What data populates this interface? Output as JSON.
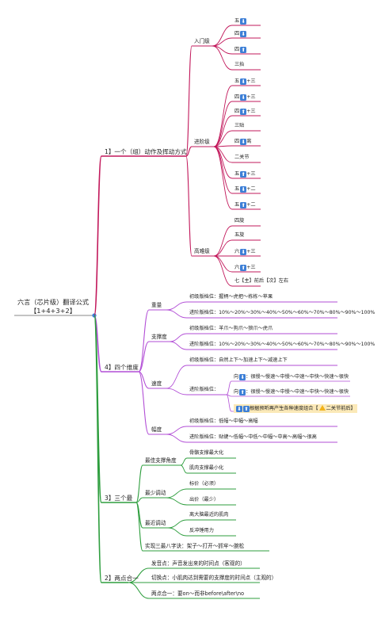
{
  "root": {
    "line1": "六言（芯片级）翻译公式",
    "line2": "【1+4+3+2】"
  },
  "colors": {
    "pink": "#c2185b",
    "purple": "#b24ed6",
    "green": "#2e9e3e",
    "root_line": "#8a8a8a",
    "arrow_icon": "#3d7fd6",
    "warning_icon": "#f2b31a"
  },
  "branches": [
    {
      "label": "1】一个（组）动作及挥动方式",
      "color": "pink",
      "children": [
        {
          "label": "入门级",
          "children": [
            {
              "label": "五",
              "icon": "down-arrow"
            },
            {
              "label": "四",
              "icon": "down-arrow"
            },
            {
              "label": "四",
              "icon": "up-arrow"
            },
            {
              "label": "三抬"
            }
          ]
        },
        {
          "label": "进阶级",
          "children": [
            {
              "label": "五",
              "icon": "down-arrow",
              "suffix": "+三"
            },
            {
              "label": "四",
              "icon": "down-arrow",
              "suffix": "+三"
            },
            {
              "label": "四",
              "icon": "up-arrow",
              "suffix": "+三"
            },
            {
              "label": "三贴"
            },
            {
              "label": "四",
              "icon": "down-arrow",
              "suffix": "离"
            },
            {
              "label": "二关节"
            },
            {
              "label": "五",
              "icon": "up-arrow",
              "suffix": "+三"
            },
            {
              "label": "五",
              "icon": "down-arrow",
              "suffix": "+二"
            },
            {
              "label": "五",
              "icon": "up-arrow",
              "suffix": "+二"
            }
          ]
        },
        {
          "label": "高难级",
          "children": [
            {
              "label": "四旋"
            },
            {
              "label": "五旋"
            },
            {
              "label": "六",
              "icon": "down-arrow",
              "suffix": "+三"
            },
            {
              "label": "六",
              "icon": "up-arrow",
              "suffix": "+三"
            },
            {
              "label": "七【主】前后【次】左右"
            }
          ]
        }
      ]
    },
    {
      "label": "4】四个维度",
      "color": "purple",
      "children": [
        {
          "label": "重量",
          "children": [
            {
              "label": "初级版档位：握柄～虎把～栋栋～苹果"
            },
            {
              "label": "进阶版档位：10%～20%～30%～40%～50%～60%～70%～80%～90%～100%"
            }
          ]
        },
        {
          "label": "支撑度",
          "children": [
            {
              "label": "初级版档位：羊爪～狗爪～狼爪～虎爪"
            },
            {
              "label": "进阶版档位：10%～20%～30%～40%～50%～60%～70%～80%～90%～100%"
            }
          ]
        },
        {
          "label": "速度",
          "children": [
            {
              "label": "初级版档位：自然上下～加速上下～减速上下"
            },
            {
              "label": "进阶版档位：",
              "children": [
                {
                  "label": "向",
                  "icon": "down-arrow",
                  "suffix": "：很慢～慢速～中慢～中速～中快～快速～很快"
                },
                {
                  "label": "向",
                  "icon": "up-arrow",
                  "suffix": "：很慢～慢速～中慢～中速～中快～快速～很快"
                },
                {
                  "label": "根据预听再产生各种速度组合【",
                  "icon_pre": "down-up-arrows",
                  "warning": "⚠️",
                  "suffix": "二关节前后】",
                  "highlight": true
                }
              ]
            }
          ]
        },
        {
          "label": "幅度",
          "children": [
            {
              "label": "初级版档位：低幅～中幅～高幅"
            },
            {
              "label": "进阶版档位：贴键～低幅～中低～中幅～中高～高幅～很高"
            }
          ]
        }
      ]
    },
    {
      "label": "3】三个最",
      "color": "green",
      "children": [
        {
          "label": "最佳支撑角度",
          "children": [
            {
              "label": "骨骼支撑最大化"
            },
            {
              "label": "肌肉支撑最小化"
            }
          ]
        },
        {
          "label": "最少调动",
          "children": [
            {
              "label": "标价（必须）"
            },
            {
              "label": "出价（最少）"
            }
          ]
        },
        {
          "label": "最近调动",
          "children": [
            {
              "label": "离大脑最近的肌肉"
            },
            {
              "label": "反冲锤用力"
            }
          ]
        },
        {
          "label": "实现三最八字诀：架子～打开～抓牢～腕松"
        }
      ]
    },
    {
      "label": "2】两点合一",
      "color": "green",
      "children": [
        {
          "label": "发音点：声音发出来的时间点（客观的）"
        },
        {
          "label": "切换点：小肌肉达到需要的支撑度的时间点（主观的）"
        },
        {
          "label": "两点合一：要on～而非before\\after\\no"
        }
      ]
    }
  ]
}
